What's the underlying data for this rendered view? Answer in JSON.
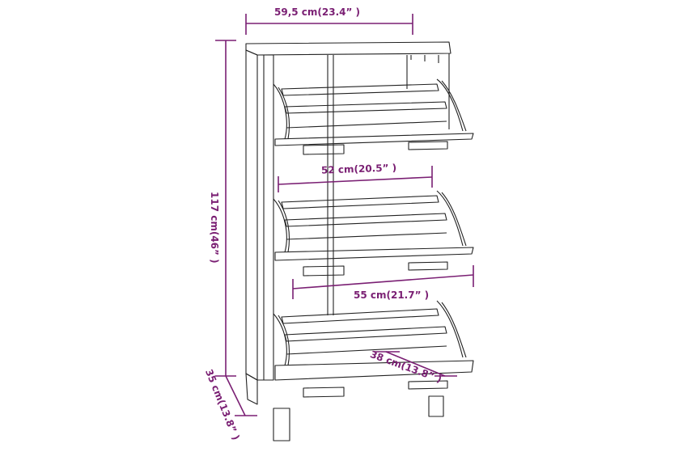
{
  "diagram": {
    "subject": "Shoe cabinet with 3 flip-down drawers",
    "line_color": "#7a1f73",
    "drawing_color": "#222222",
    "drawers": 3
  },
  "dimensions": {
    "width": {
      "label": "59,5 cm(23.4” )"
    },
    "height": {
      "label": "117 cm(46” )"
    },
    "inner_width": {
      "label": "52 cm(20.5” )"
    },
    "open_width": {
      "label": "55 cm(21.7” )"
    },
    "drawer_depth": {
      "label": "38 cm(13.8” )"
    },
    "depth": {
      "label": "35 cm(13.8” )"
    }
  }
}
